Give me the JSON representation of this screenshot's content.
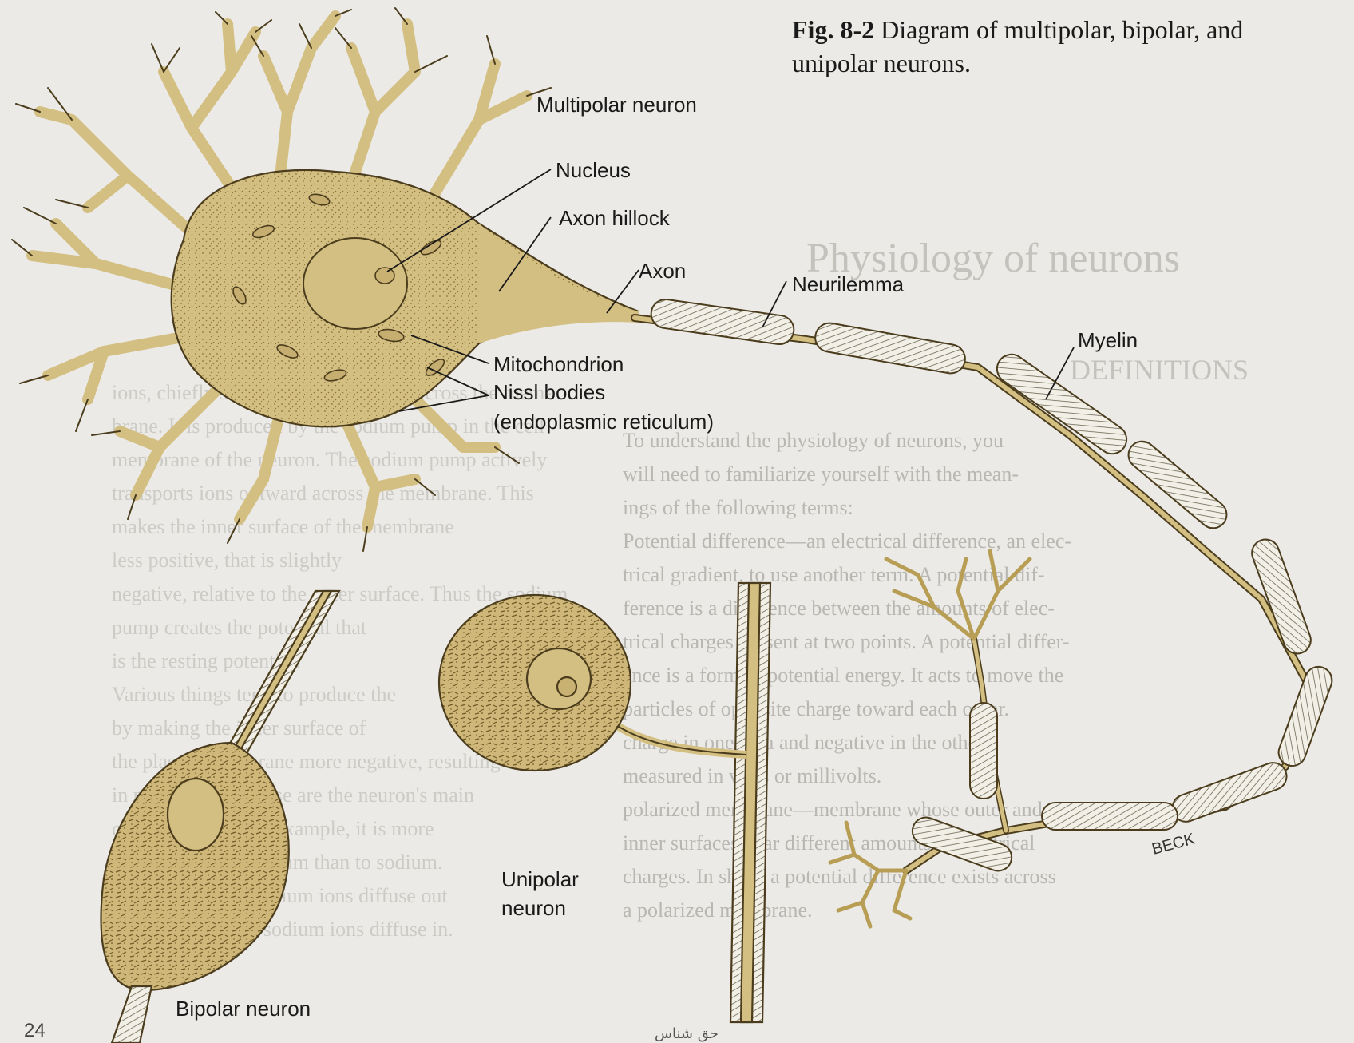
{
  "caption": {
    "fig_number": "Fig. 8-2",
    "line1_rest": " Diagram of multipolar, bipolar, and",
    "line2": "unipolar neurons."
  },
  "labels": {
    "multipolar_neuron": "Multipolar neuron",
    "nucleus": "Nucleus",
    "axon_hillock": "Axon hillock",
    "axon": "Axon",
    "neurilemma": "Neurilemma",
    "myelin": "Myelin",
    "mitochondrion": "Mitochondrion",
    "nissl_bodies": "Nissl bodies",
    "endoplasmic_reticulum": "(endoplasmic reticulum)",
    "unipolar_neuron_line1": "Unipolar",
    "unipolar_neuron_line2": "neuron",
    "bipolar_neuron": "Bipolar neuron"
  },
  "artist_signature": "BECK",
  "page_number": "24",
  "watermark": "حق شناس",
  "background_page": {
    "heading": "Physiology of neurons",
    "subheading": "DEFINITIONS",
    "lines": [
      "To understand the physiology of neurons, you",
      "will need to familiarize yourself with the mean-",
      "ings of the following terms:",
      "Potential difference—an electrical difference, an elec-",
      "trical gradient, to use another term. A potential dif-",
      "ference is a difference between the amounts of elec-",
      "trical charges present at two points. A potential differ-",
      "ence is a form of potential energy. It acts to move the",
      "particles of opposite charge toward each other.",
      "charge in one area and negative in the other,",
      "measured in volts or millivolts.",
      "polarized membrane—membrane whose outer and",
      "inner surfaces bear different amounts of electrical",
      "charges. In short, a potential difference exists across",
      "a polarized membrane."
    ],
    "right_column_lines": [
      "ions, chiefly sodium and potassium, across the mem-",
      "brane. It is produced by the sodium pump in the cell",
      "membrane of the neuron. The sodium pump actively",
      "transports ions outward across the membrane. This",
      "makes the inner surface of the membrane",
      "less positive, that is slightly",
      "negative, relative to the outer surface. Thus the sodium",
      "pump creates the potential that",
      "is the resting potential.",
      "Various things tend to produce the",
      "by making the inner surface of",
      "the plasma membrane more negative, resulting",
      "in polarization. These are the neuron's main",
      "characteristics. For example, it is more",
      "permeable to potassium than to sodium.",
      "Thus positive potassium ions diffuse out",
      "more readily than sodium ions diffuse in."
    ]
  },
  "colors": {
    "neuron_fill": "#d4bf82",
    "neuron_dark": "#a98e45",
    "outline": "#4a3c1c",
    "myelin_fill": "#f2efe6",
    "paper": "#ebeae6"
  }
}
